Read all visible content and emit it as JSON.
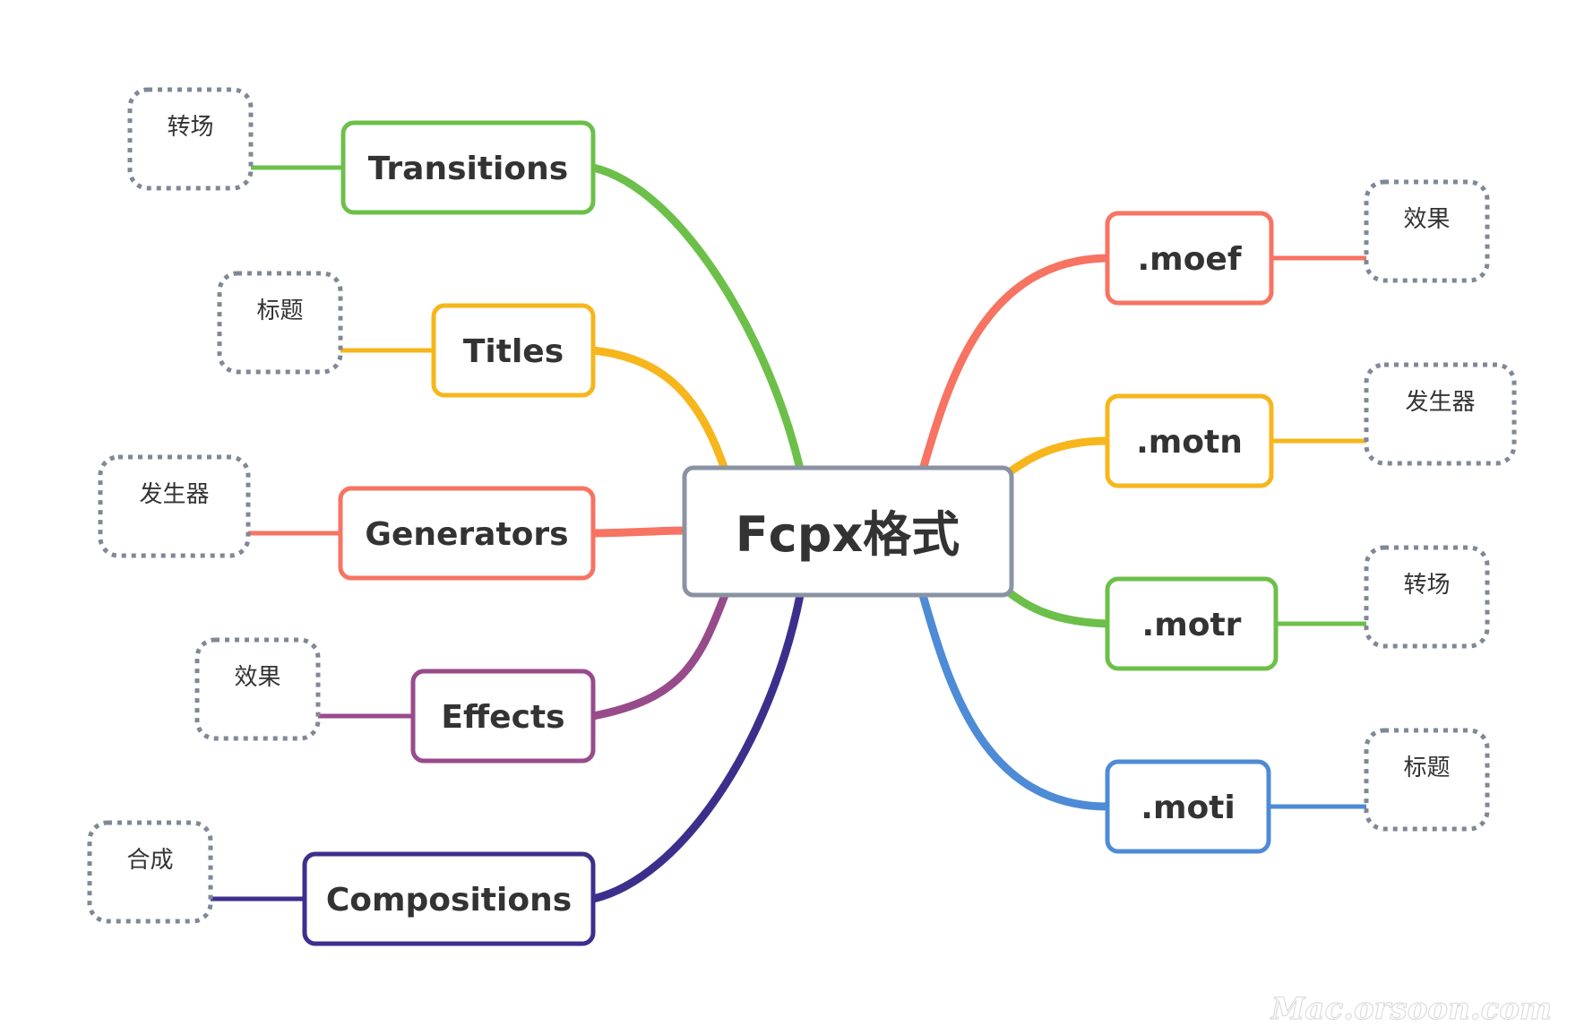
{
  "root": {
    "label": "Fcpx格式",
    "border_color": "#8a93a3"
  },
  "left_branches": [
    {
      "label": "Transitions",
      "color": "#6cc04a",
      "leaf": "转场"
    },
    {
      "label": "Titles",
      "color": "#f6b61c",
      "leaf": "标题"
    },
    {
      "label": "Generators",
      "color": "#f77362",
      "leaf": "发生器"
    },
    {
      "label": "Effects",
      "color": "#984b8b",
      "leaf": "效果"
    },
    {
      "label": "Compositions",
      "color": "#3c2f8c",
      "leaf": "合成"
    }
  ],
  "right_branches": [
    {
      "label": ".moef",
      "color": "#f77362",
      "leaf": "效果"
    },
    {
      "label": ".motn",
      "color": "#f6b61c",
      "leaf": "发生器"
    },
    {
      "label": ".motr",
      "color": "#6cc04a",
      "leaf": "转场"
    },
    {
      "label": ".moti",
      "color": "#4e8bd6",
      "leaf": "标题"
    }
  ],
  "leaf_border_color": "#7f8896",
  "watermark": "Mac.orsoon.com"
}
